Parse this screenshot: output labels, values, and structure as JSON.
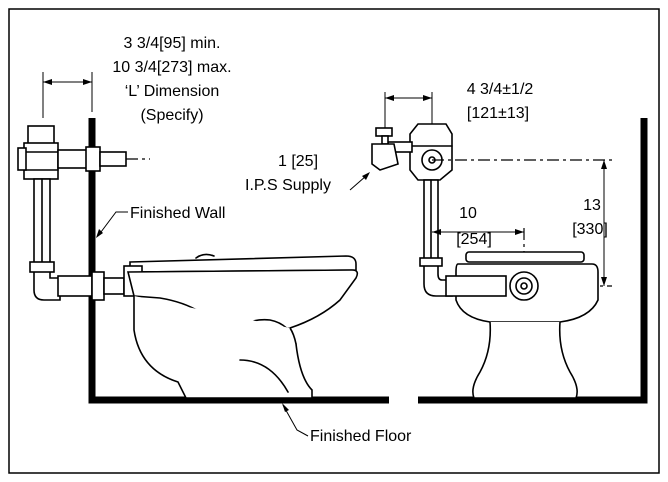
{
  "labels": {
    "wall_min": "3 3/4[95] min.",
    "wall_max": "10 3/4[273] max.",
    "l_dimension": "‘L’ Dimension",
    "specify": "(Specify)",
    "finished_wall": "Finished Wall",
    "finished_floor": "Finished Floor",
    "supply_size": "1 [25]",
    "ips_supply": "I.P.S Supply",
    "offset_in": "4 3/4±1/2",
    "offset_mm": "[121±13]",
    "spud_in": "10",
    "spud_mm": "[254]",
    "height_in": "13",
    "height_mm": "[330]"
  }
}
